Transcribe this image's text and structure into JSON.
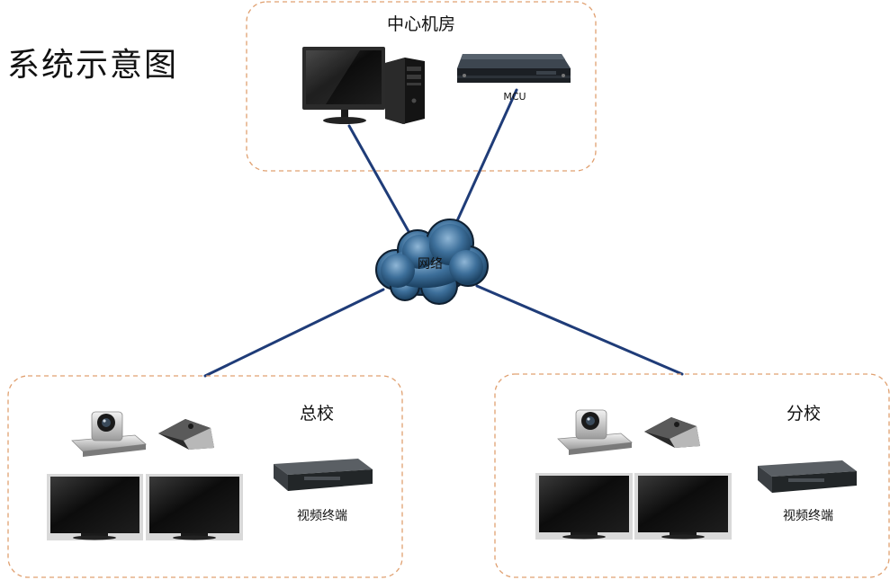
{
  "title": "系统示意图",
  "center": {
    "label": "中心机房",
    "mcu_label": "MCU"
  },
  "network": {
    "label": "网络"
  },
  "main_campus": {
    "label": "总校",
    "terminal_label": "视频终端"
  },
  "branch_campus": {
    "label": "分校",
    "terminal_label": "视频终端"
  },
  "colors": {
    "box_border": "#e0a070",
    "link": "#1f3c78",
    "cloud": "#3d6f9a"
  }
}
